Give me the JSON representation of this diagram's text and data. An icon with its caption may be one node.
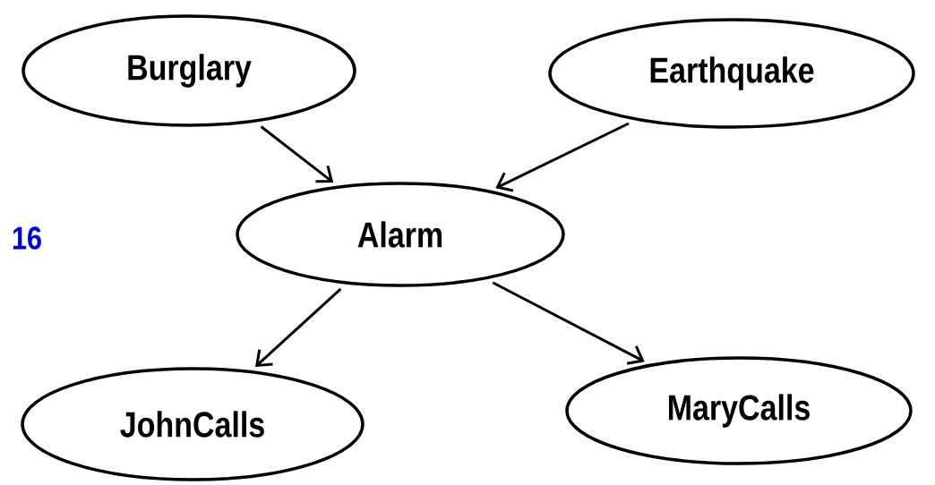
{
  "diagram": {
    "nodes": [
      {
        "text": [
          "Burglary"
        ]
      },
      {
        "text": [
          "Earthquake"
        ]
      },
      {
        "text": [
          "Alarm"
        ]
      },
      {
        "text": [
          "JohnCalls"
        ]
      },
      {
        "text": [
          "MaryCalls"
        ]
      }
    ],
    "edges": [
      {
        "from": 0,
        "to": 2,
        "arrow": "to"
      },
      {
        "from": 1,
        "to": 2,
        "arrow": "to"
      },
      {
        "from": 2,
        "to": 3,
        "arrow": "to"
      },
      {
        "from": 2,
        "to": 4,
        "arrow": "to"
      }
    ],
    "labels": [
      "16"
    ]
  }
}
